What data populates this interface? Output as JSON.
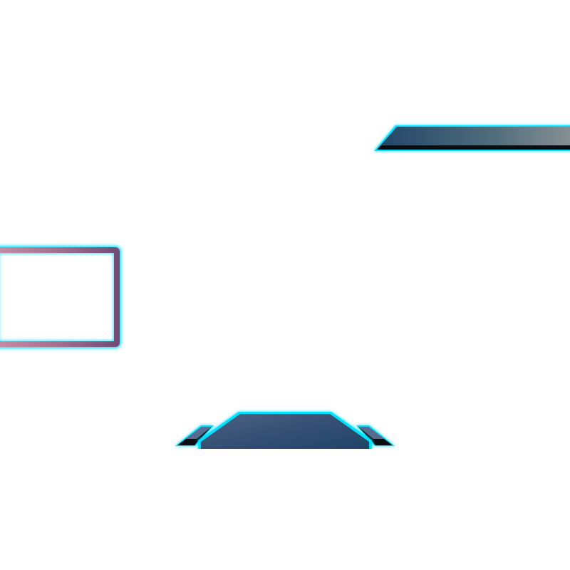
{
  "scene": {
    "background_color": "#ffffff",
    "glow_color": "#00e1ff",
    "elements": [
      "title-banner",
      "side-frame",
      "bottom-panel"
    ]
  },
  "banner": {
    "fill_colors": [
      "#2a4a6a",
      "#5a7380",
      "#8a9292"
    ],
    "shadow_color": "#0b0f14",
    "glow_color": "#00e1ff"
  },
  "frame": {
    "border_colors": [
      "#c98fa4",
      "#a36c8d",
      "#6f4b74"
    ],
    "inner_color": "#ffffff",
    "glow_color": "#00e1ff"
  },
  "panel": {
    "fill_colors": [
      "#4a5f82",
      "#2f4e72",
      "#1f4468"
    ],
    "tab_color": "#5a6a8e",
    "shadow_color": "#0b0f14",
    "glow_color": "#00e1ff"
  }
}
